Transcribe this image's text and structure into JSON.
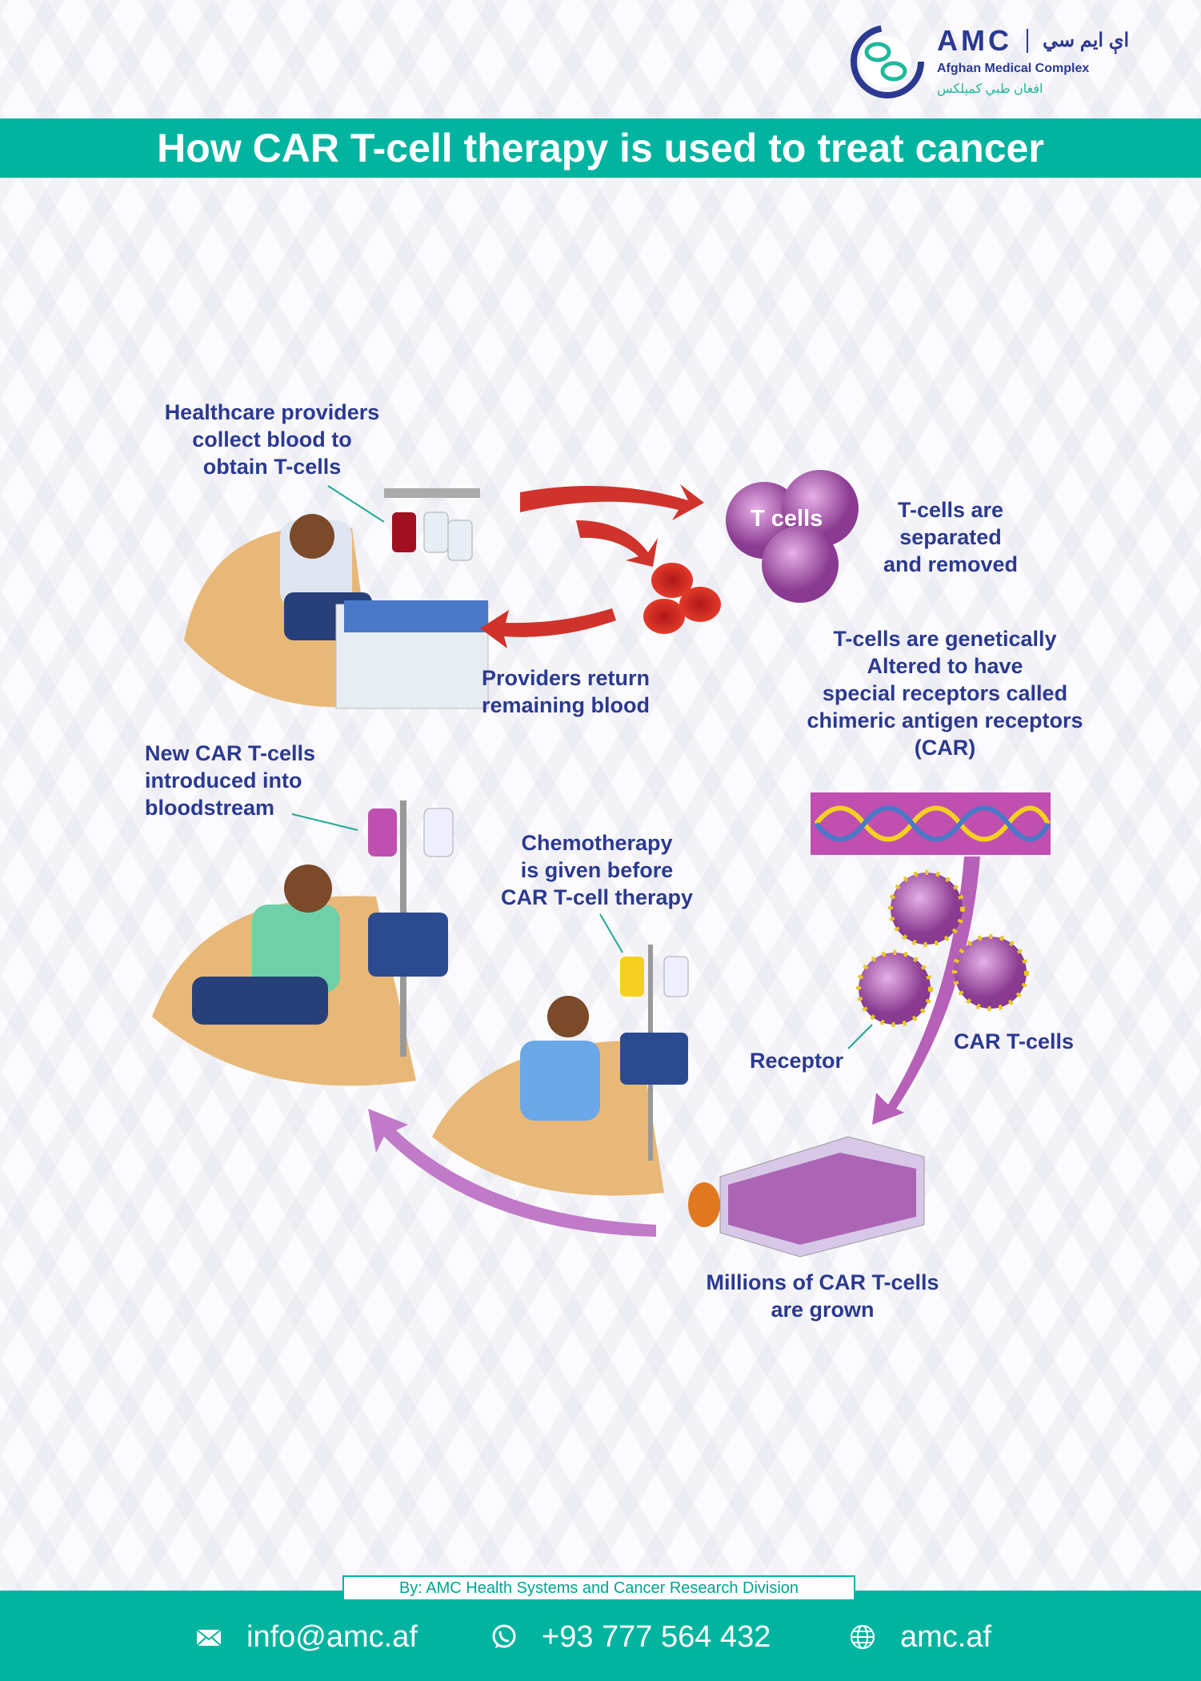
{
  "logo": {
    "abbr": "AMC",
    "arabic_abbr": "اې ایم سي",
    "name": "Afghan Medical Complex",
    "arabic_name": "افغان طبي کمپلکس"
  },
  "title": "How CAR T-cell therapy is used to treat cancer",
  "steps": {
    "collect": [
      "Healthcare providers",
      "collect blood to",
      "obtain T-cells"
    ],
    "separate": [
      "T-cells are",
      "separated",
      "and removed"
    ],
    "cell_label": "T cells",
    "return": [
      "Providers return",
      "remaining blood"
    ],
    "altered": [
      "T-cells are genetically",
      "Altered to have",
      "special receptors called",
      "chimeric antigen receptors",
      "(CAR)"
    ],
    "introduce": [
      "New CAR T-cells",
      "introduced into",
      "bloodstream"
    ],
    "chemo": [
      "Chemotherapy",
      "is given before",
      "CAR T-cell therapy"
    ],
    "receptor": "Receptor",
    "car_tcells": "CAR T-cells",
    "grown": [
      "Millions of CAR T-cells",
      "are grown"
    ]
  },
  "footer": {
    "byline": "By: AMC Health Systems and Cancer Research Division",
    "email": "info@amc.af",
    "phone": "+93 777 564 432",
    "website": "amc.af"
  },
  "colors": {
    "teal": "#00b4a0",
    "navy": "#2b3990"
  }
}
